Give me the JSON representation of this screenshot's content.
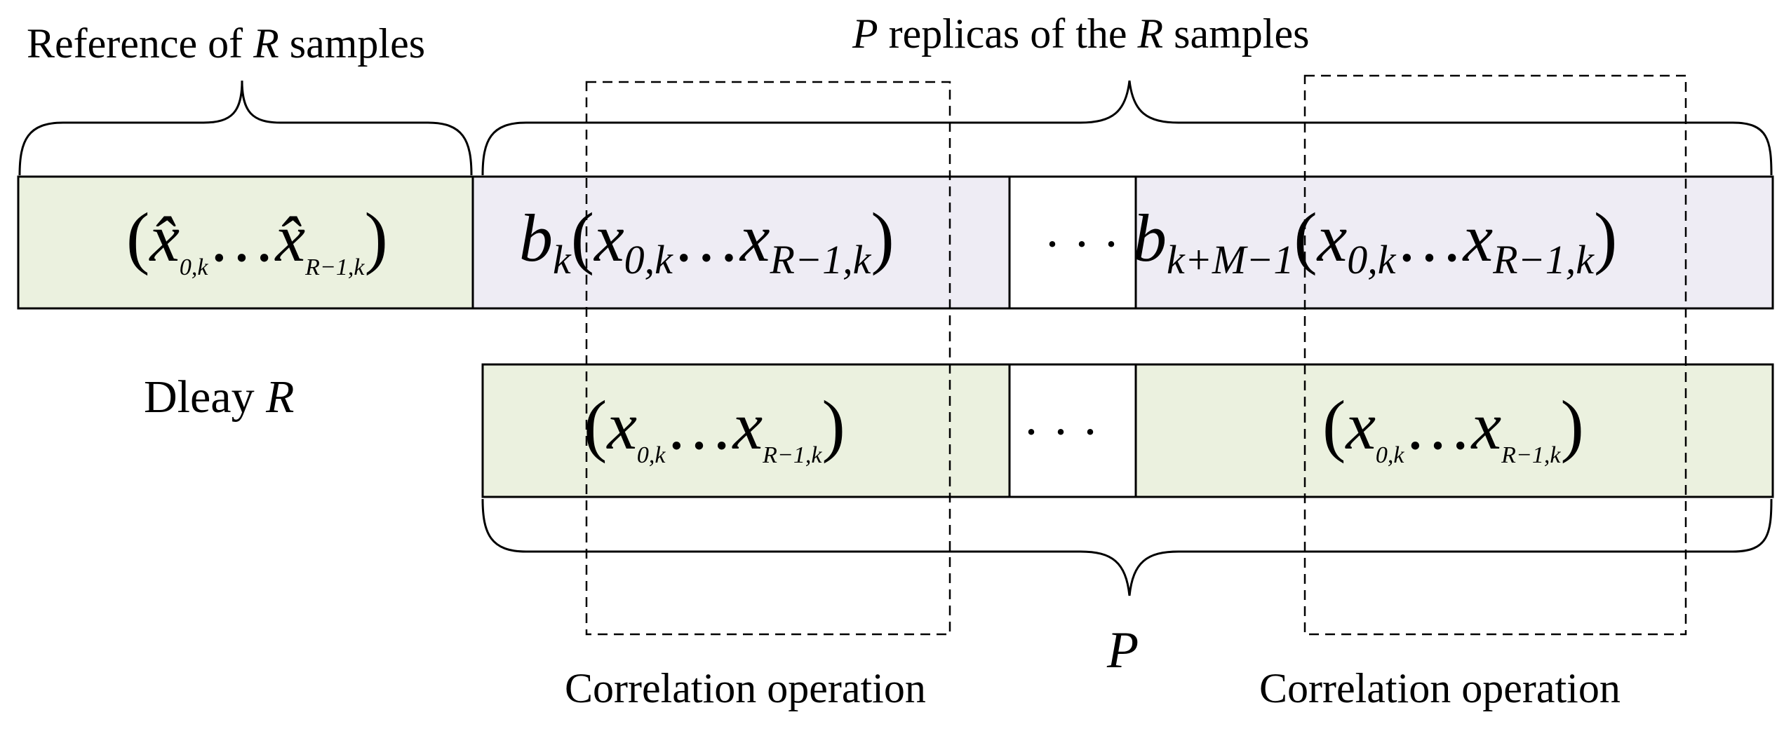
{
  "title_left": {
    "pre": "Reference of ",
    "var": "R",
    "post": " samples"
  },
  "title_right": {
    "var": "P",
    "post": " replicas of the ",
    "var2": "R",
    "post2": " samples"
  },
  "delay_label": {
    "pre": "Dleay ",
    "var": "R"
  },
  "p_label": "P",
  "correlation_labels": [
    "Correlation operation",
    "Correlation operation"
  ],
  "ellipsis": "· · ·",
  "formulas": {
    "reference": {
      "open": "(",
      "x": "x̂",
      "sub0": "0,k",
      "dots": "…",
      "sub1": "R−1,k",
      "close": ")"
    },
    "top_first": {
      "b": "b",
      "bsub": "k",
      "open": "(",
      "x": "x",
      "sub0": "0,k",
      "dots": "…",
      "sub1": "R−1,k",
      "close": ")"
    },
    "top_last": {
      "b": "b",
      "bsub": "k+M−1",
      "open": "(",
      "x": "x",
      "sub0": "0,k",
      "dots": "…",
      "sub1": "R−1,k",
      "close": ")"
    },
    "bottom_first": {
      "open": "(",
      "x": "x",
      "sub0": "0,k",
      "dots": "…",
      "sub1": "R−1,k",
      "close": ")"
    },
    "bottom_last": {
      "open": "(",
      "x": "x",
      "sub0": "0,k",
      "dots": "…",
      "sub1": "R−1,k",
      "close": ")"
    }
  },
  "colors": {
    "green_fill": "#ebf1df",
    "lavender_fill": "#eeecf4",
    "white_fill": "#ffffff",
    "stroke": "#000000"
  }
}
